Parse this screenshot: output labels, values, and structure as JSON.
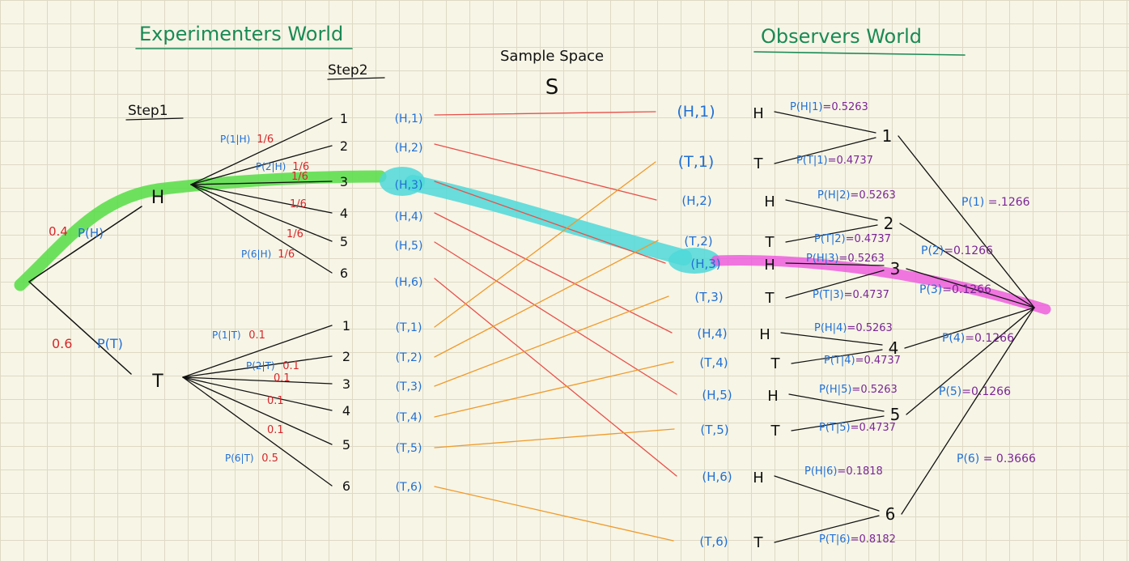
{
  "titles": {
    "experimenters_world": "Experimenters World",
    "step2": "Step2",
    "sample_space": "Sample Space",
    "sample_space_symbol": "S",
    "observers_world": "Observers World",
    "step1": "Step1"
  },
  "experimenter": {
    "root_branches": [
      {
        "outcome": "H",
        "prob_value": "0.4",
        "prob_label": "P(H)"
      },
      {
        "outcome": "T",
        "prob_value": "0.6",
        "prob_label": "P(T)"
      }
    ],
    "h_branches": [
      {
        "die": "1",
        "label": "P(1|H)",
        "value": "1/6"
      },
      {
        "die": "2",
        "label": "P(2|H)",
        "value": "1/6"
      },
      {
        "die": "3",
        "label": "",
        "value": "1/6"
      },
      {
        "die": "4",
        "label": "",
        "value": "1/6"
      },
      {
        "die": "5",
        "label": "",
        "value": "1/6"
      },
      {
        "die": "6",
        "label": "P(6|H)",
        "value": "1/6"
      }
    ],
    "t_branches": [
      {
        "die": "1",
        "label": "P(1|T)",
        "value": "0.1"
      },
      {
        "die": "2",
        "label": "P(2|T)",
        "value": "0.1"
      },
      {
        "die": "3",
        "label": "",
        "value": "0.1"
      },
      {
        "die": "4",
        "label": "",
        "value": "0.1"
      },
      {
        "die": "5",
        "label": "",
        "value": "0.1"
      },
      {
        "die": "6",
        "label": "P(6|T)",
        "value": "0.5"
      }
    ]
  },
  "sample_space": {
    "outcomes": [
      "(H,1)",
      "(H,2)",
      "(H,3)",
      "(H,4)",
      "(H,5)",
      "(H,6)",
      "(T,1)",
      "(T,2)",
      "(T,3)",
      "(T,4)",
      "(T,5)",
      "(T,6)"
    ]
  },
  "observer": {
    "outcomes": [
      "(H,1)",
      "(T,1)",
      "(H,2)",
      "(T,2)",
      "(H,3)",
      "(T,3)",
      "(H,4)",
      "(T,4)",
      "(H,5)",
      "(T,5)",
      "(H,6)",
      "(T,6)"
    ],
    "coins": [
      "H",
      "T",
      "H",
      "T",
      "H",
      "T",
      "H",
      "T",
      "H",
      "T",
      "H",
      "T"
    ],
    "posteriors": [
      "P(H|1)=0.5263",
      "P(T|1)=0.4737",
      "P(H|2)=0.5263",
      "P(T|2)=0.4737",
      "P(H|3)=0.5263",
      "P(T|3)=0.4737",
      "P(H|4)=0.5263",
      "P(T|4)=0.4737",
      "P(H|5)=0.5263",
      "P(T|5)=0.4737",
      "P(H|6)=0.1818",
      "P(T|6)=0.8182"
    ],
    "dice": [
      "1",
      "2",
      "3",
      "4",
      "5",
      "6"
    ],
    "die_marginals": [
      "P(1) =.1266",
      "P(2)=0.1266",
      "P(3)=0.1266",
      "P(4)=0.1266",
      "P(5)=0.1266",
      "P(6) = 0.3666"
    ]
  },
  "colors": {
    "green_title": "#1a8a55",
    "blue_text": "#1f6fd6",
    "red_text": "#d8262a",
    "purple_text": "#7a2596",
    "ink": "#111111",
    "green_highlight": "#55dd44",
    "cyan_highlight": "#4fd8d8",
    "magenta_highlight": "#ee55dd",
    "heads_line": "#e8504a",
    "tails_line": "#f09a2a"
  }
}
